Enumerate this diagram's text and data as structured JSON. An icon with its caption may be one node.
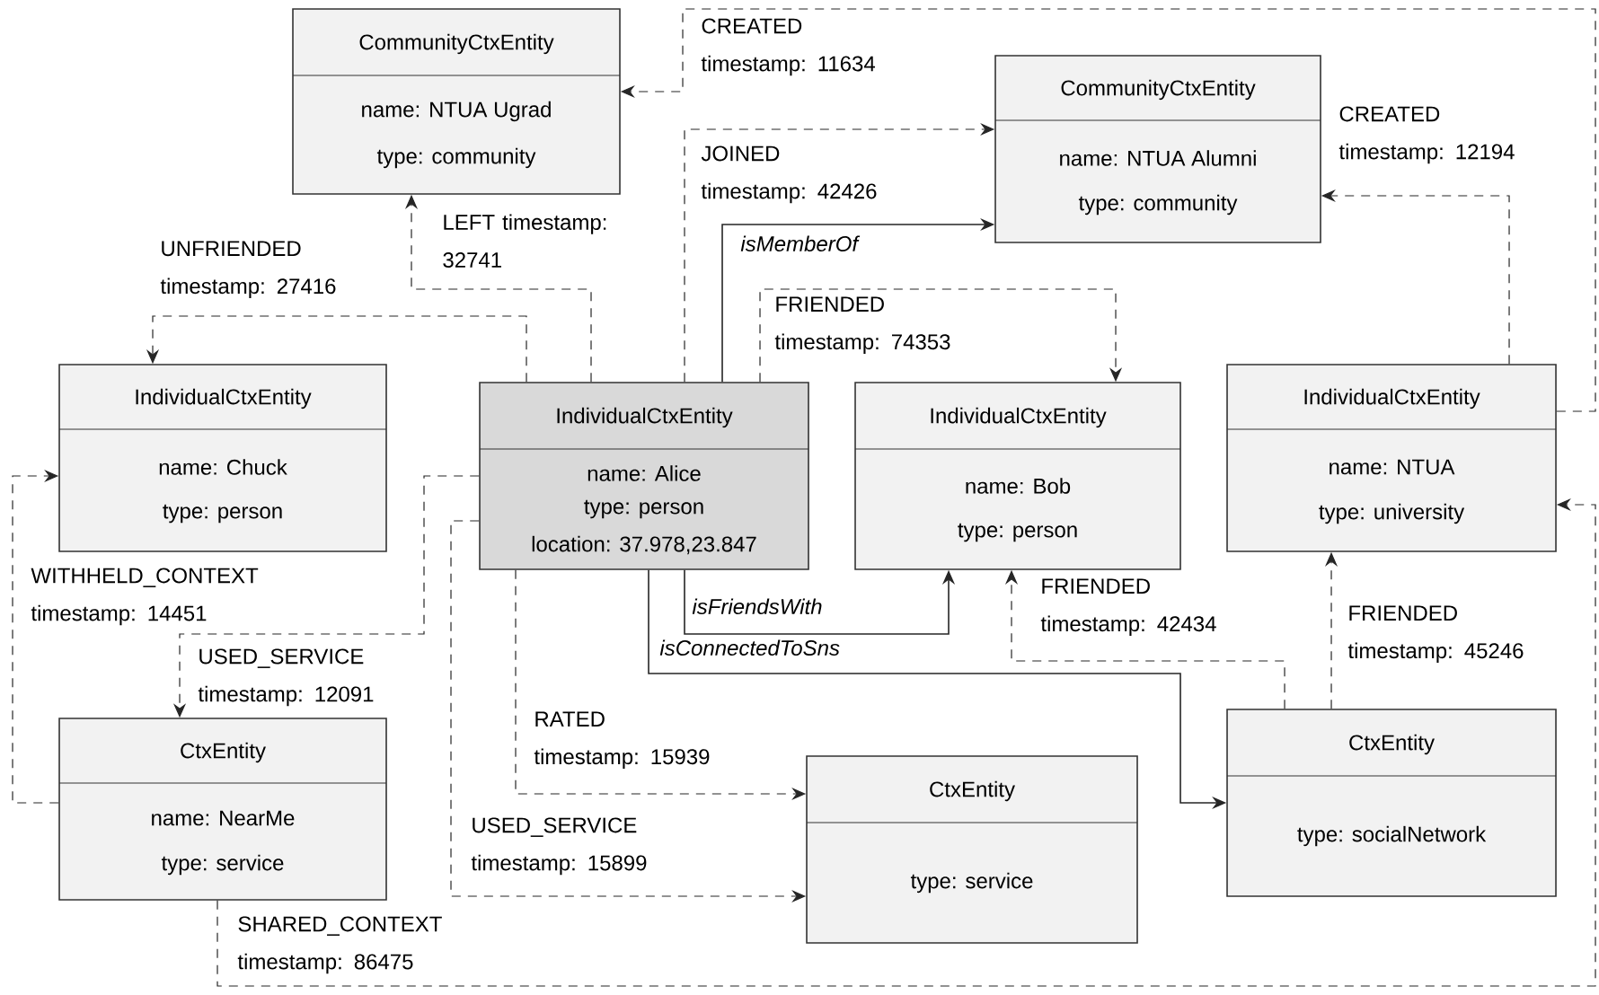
{
  "diagram": {
    "nodes": [
      {
        "text": [
          "CommunityCtxEntity",
          "name: NTUA Ugrad",
          "type: community"
        ]
      },
      {
        "text": [
          "CommunityCtxEntity",
          "name: NTUA Alumni",
          "type: community"
        ]
      },
      {
        "text": [
          "IndividualCtxEntity",
          "name: Chuck",
          "type: person"
        ]
      },
      {
        "text": [
          "IndividualCtxEntity",
          "name: Alice",
          "type: person",
          "location: 37.978,23.847"
        ]
      },
      {
        "text": [
          "IndividualCtxEntity",
          "name: Bob",
          "type: person"
        ]
      },
      {
        "text": [
          "IndividualCtxEntity",
          "name: NTUA",
          "type: university"
        ]
      },
      {
        "text": [
          "CtxEntity",
          "name: NearMe",
          "type: service"
        ]
      },
      {
        "text": [
          "CtxEntity",
          "type: service"
        ]
      },
      {
        "text": [
          "CtxEntity",
          "type: socialNetwork"
        ]
      }
    ],
    "edges": [
      {
        "from": 3,
        "to": 0,
        "arrow": "to",
        "style": "dashed",
        "label": "LEFT timestamp: 32741"
      },
      {
        "from": 3,
        "to": 2,
        "arrow": "to",
        "style": "dashed",
        "label": "UNFRIENDED timestamp: 27416"
      },
      {
        "from": 5,
        "to": 0,
        "arrow": "to",
        "style": "dashed",
        "label": "CREATED timestamp: 11634"
      },
      {
        "from": 3,
        "to": 1,
        "arrow": "to",
        "style": "dashed",
        "label": "JOINED timestamp: 42426"
      },
      {
        "from": 3,
        "to": 1,
        "arrow": "to",
        "label": "isMemberOf"
      },
      {
        "from": 3,
        "to": 4,
        "arrow": "to",
        "style": "dashed",
        "label": "FRIENDED timestamp: 74353"
      },
      {
        "from": 5,
        "to": 1,
        "arrow": "to",
        "style": "dashed",
        "label": "CREATED timestamp: 12194"
      },
      {
        "from": 3,
        "to": 4,
        "arrow": "to",
        "label": "isFriendsWith"
      },
      {
        "from": 3,
        "to": 8,
        "arrow": "to",
        "label": "isConnectedToSns"
      },
      {
        "from": 8,
        "to": 4,
        "arrow": "to",
        "style": "dashed",
        "label": "FRIENDED timestamp: 42434"
      },
      {
        "from": 8,
        "to": 5,
        "arrow": "to",
        "style": "dashed",
        "label": "FRIENDED timestamp: 45246"
      },
      {
        "from": 3,
        "to": 7,
        "arrow": "to",
        "style": "dashed",
        "label": "RATED timestamp: 15939"
      },
      {
        "from": 3,
        "to": 7,
        "arrow": "to",
        "style": "dashed",
        "label": "USED_SERVICE timestamp: 15899"
      },
      {
        "from": 3,
        "to": 6,
        "arrow": "to",
        "style": "dashed",
        "label": "USED_SERVICE timestamp: 12091"
      },
      {
        "from": 6,
        "to": 2,
        "arrow": "to",
        "style": "dashed",
        "label": "WITHHELD_CONTEXT timestamp: 14451"
      },
      {
        "from": 6,
        "to": 5,
        "arrow": "to",
        "style": "dashed",
        "label": "SHARED_CONTEXT timestamp: 86475"
      }
    ]
  }
}
